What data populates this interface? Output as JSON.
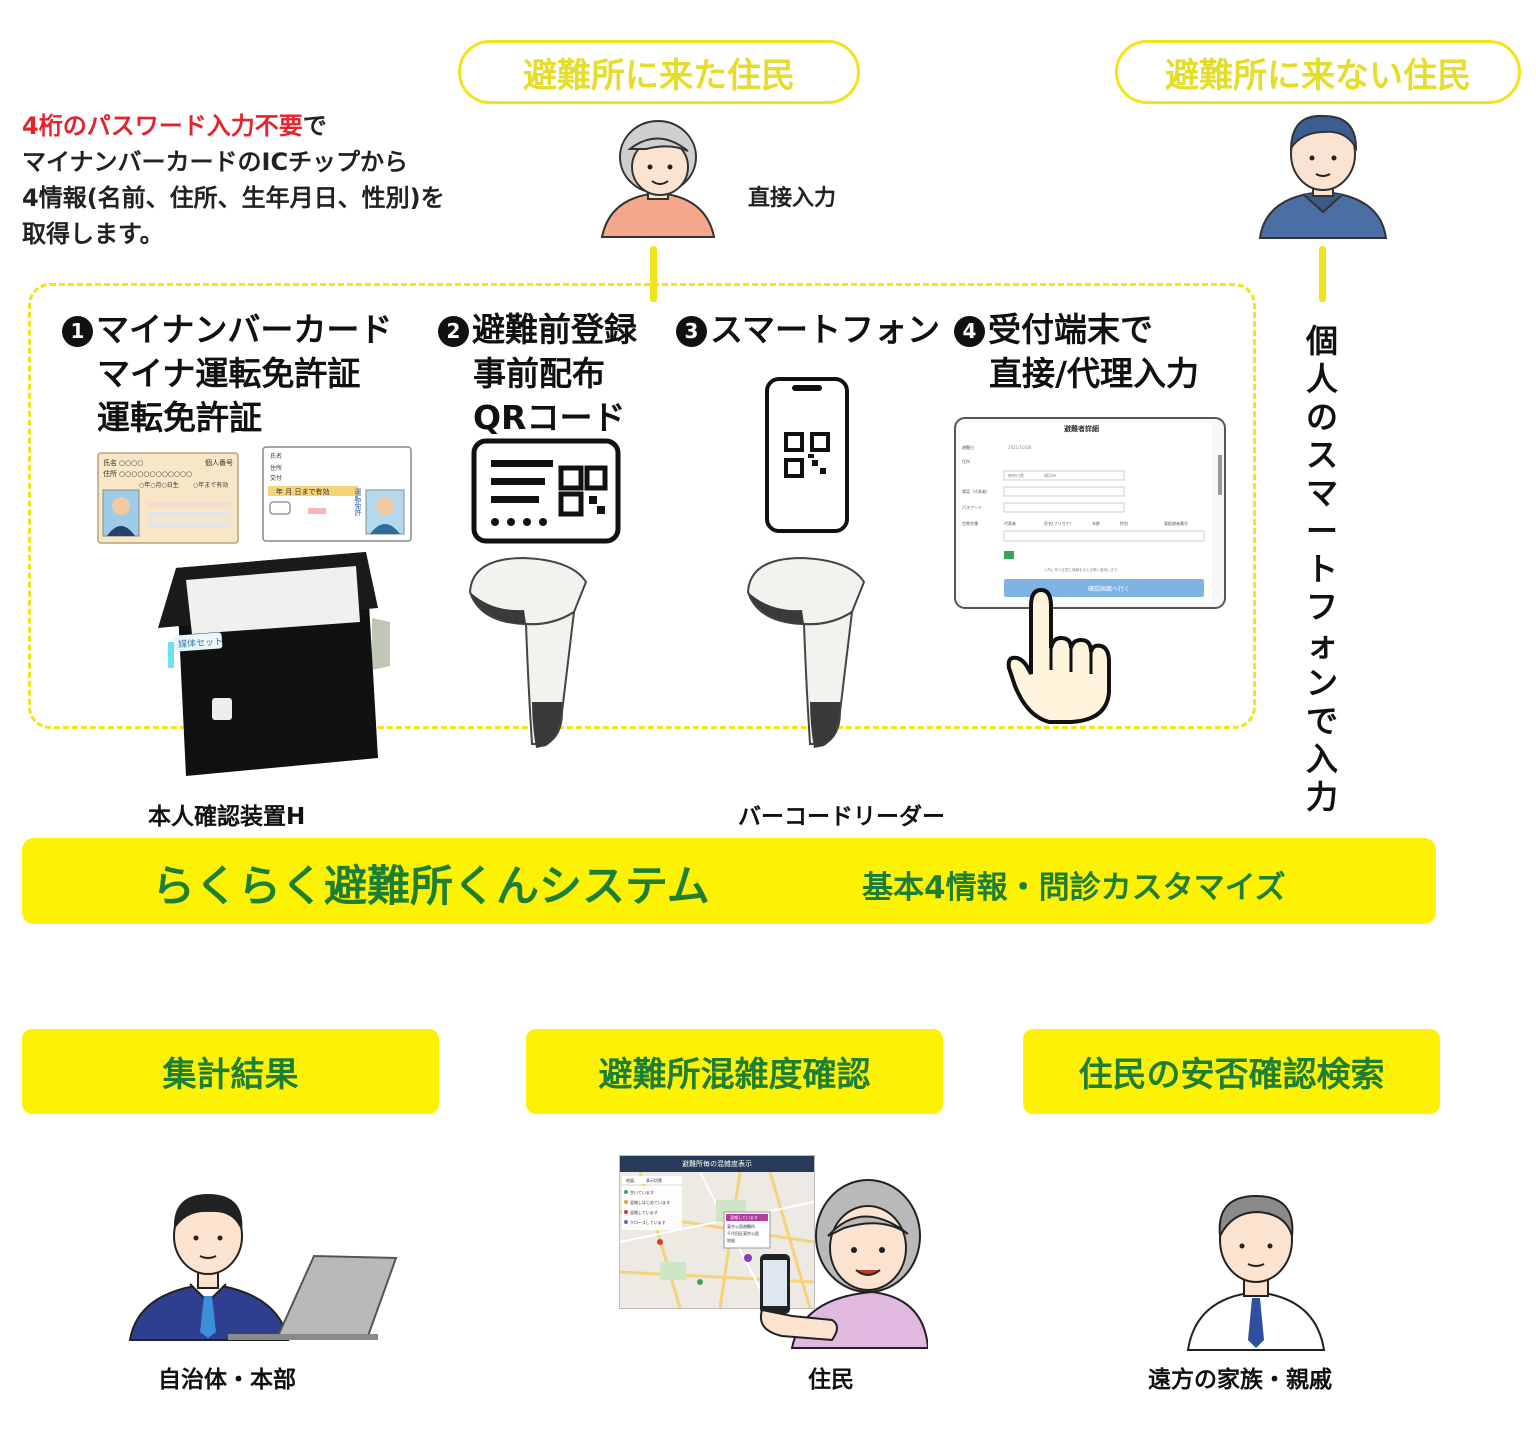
{
  "header": {
    "came_label": "避難所に来た住民",
    "notcame_label": "避難所に来ない住民",
    "direct_input": "直接入力"
  },
  "intro": {
    "highlight": "4桁のパスワード入力不要",
    "line1_rest": "で",
    "line2": "マイナンバーカードのICチップから",
    "line3": "4情報(名前、住所、生年月日、性別)を",
    "line4": "取得します。"
  },
  "methods": [
    {
      "num": "1",
      "lines": [
        "マイナンバーカード",
        "マイナ運転免許証",
        "運転免許証"
      ]
    },
    {
      "num": "2",
      "lines": [
        "避難前登録",
        "事前配布",
        "QRコード"
      ]
    },
    {
      "num": "3",
      "lines": [
        "スマートフォン"
      ]
    },
    {
      "num": "4",
      "lines": [
        "受付端末で",
        "直接/代理入力"
      ]
    }
  ],
  "card1": {
    "name_label": "氏名",
    "name_value": "○○○○",
    "addr_label": "住所",
    "addr_value": "○○○○○○○○○○○○",
    "corner": "個人番号",
    "date": "○年○月○日生",
    "valid": "○年まで有効"
  },
  "card2": {
    "name_label": "氏名",
    "addr_label": "住所",
    "issue_label": "交付",
    "valid": "年 月 日まで有効",
    "stamp": "運転免許"
  },
  "device_sticker": "媒体セット",
  "form": {
    "title": "避難者詳細",
    "rows": [
      "避難日",
      "住所",
      "電話（代表者）",
      "パスワード",
      "世帯名簿"
    ],
    "date_value": "2021/10/28",
    "pref": "神奈川県",
    "city": "横浜市",
    "headers": [
      "代表者",
      "氏名(フリガナ)",
      "年齢",
      "性別",
      "要配慮者番号"
    ],
    "note": "入所に伴う注意と情報を伝える際に使用します。",
    "confirm": "確認画面へ行く"
  },
  "vertical_text": "個人のスマートフォンで入力",
  "captions": {
    "device": "本人確認装置H",
    "reader": "バーコードリーダー"
  },
  "system": {
    "title": "らくらく避難所くんシステム",
    "subtitle": "基本4情報・問診カスタマイズ"
  },
  "features": [
    "集計結果",
    "避難所混雑度確認",
    "住民の安否確認検索"
  ],
  "map": {
    "title": "避難所毎の混雑度表示",
    "tab1": "地図",
    "tab2": "表示切替",
    "legend": [
      "空いています",
      "混雑しはじめています",
      "混雑しています",
      "クローズしています"
    ],
    "popup_title": "混雑しています",
    "popup_line1": "東京公園避難所",
    "popup_line2": "千代田区東京公園",
    "popup_line3": "地図"
  },
  "bottom_labels": [
    "自治体・本部",
    "住民",
    "遠方の家族・親戚"
  ],
  "colors": {
    "yellow": "#fdf104",
    "green": "#1d7f34",
    "red": "#e3232d",
    "pill_text": "#e6dc2a"
  }
}
